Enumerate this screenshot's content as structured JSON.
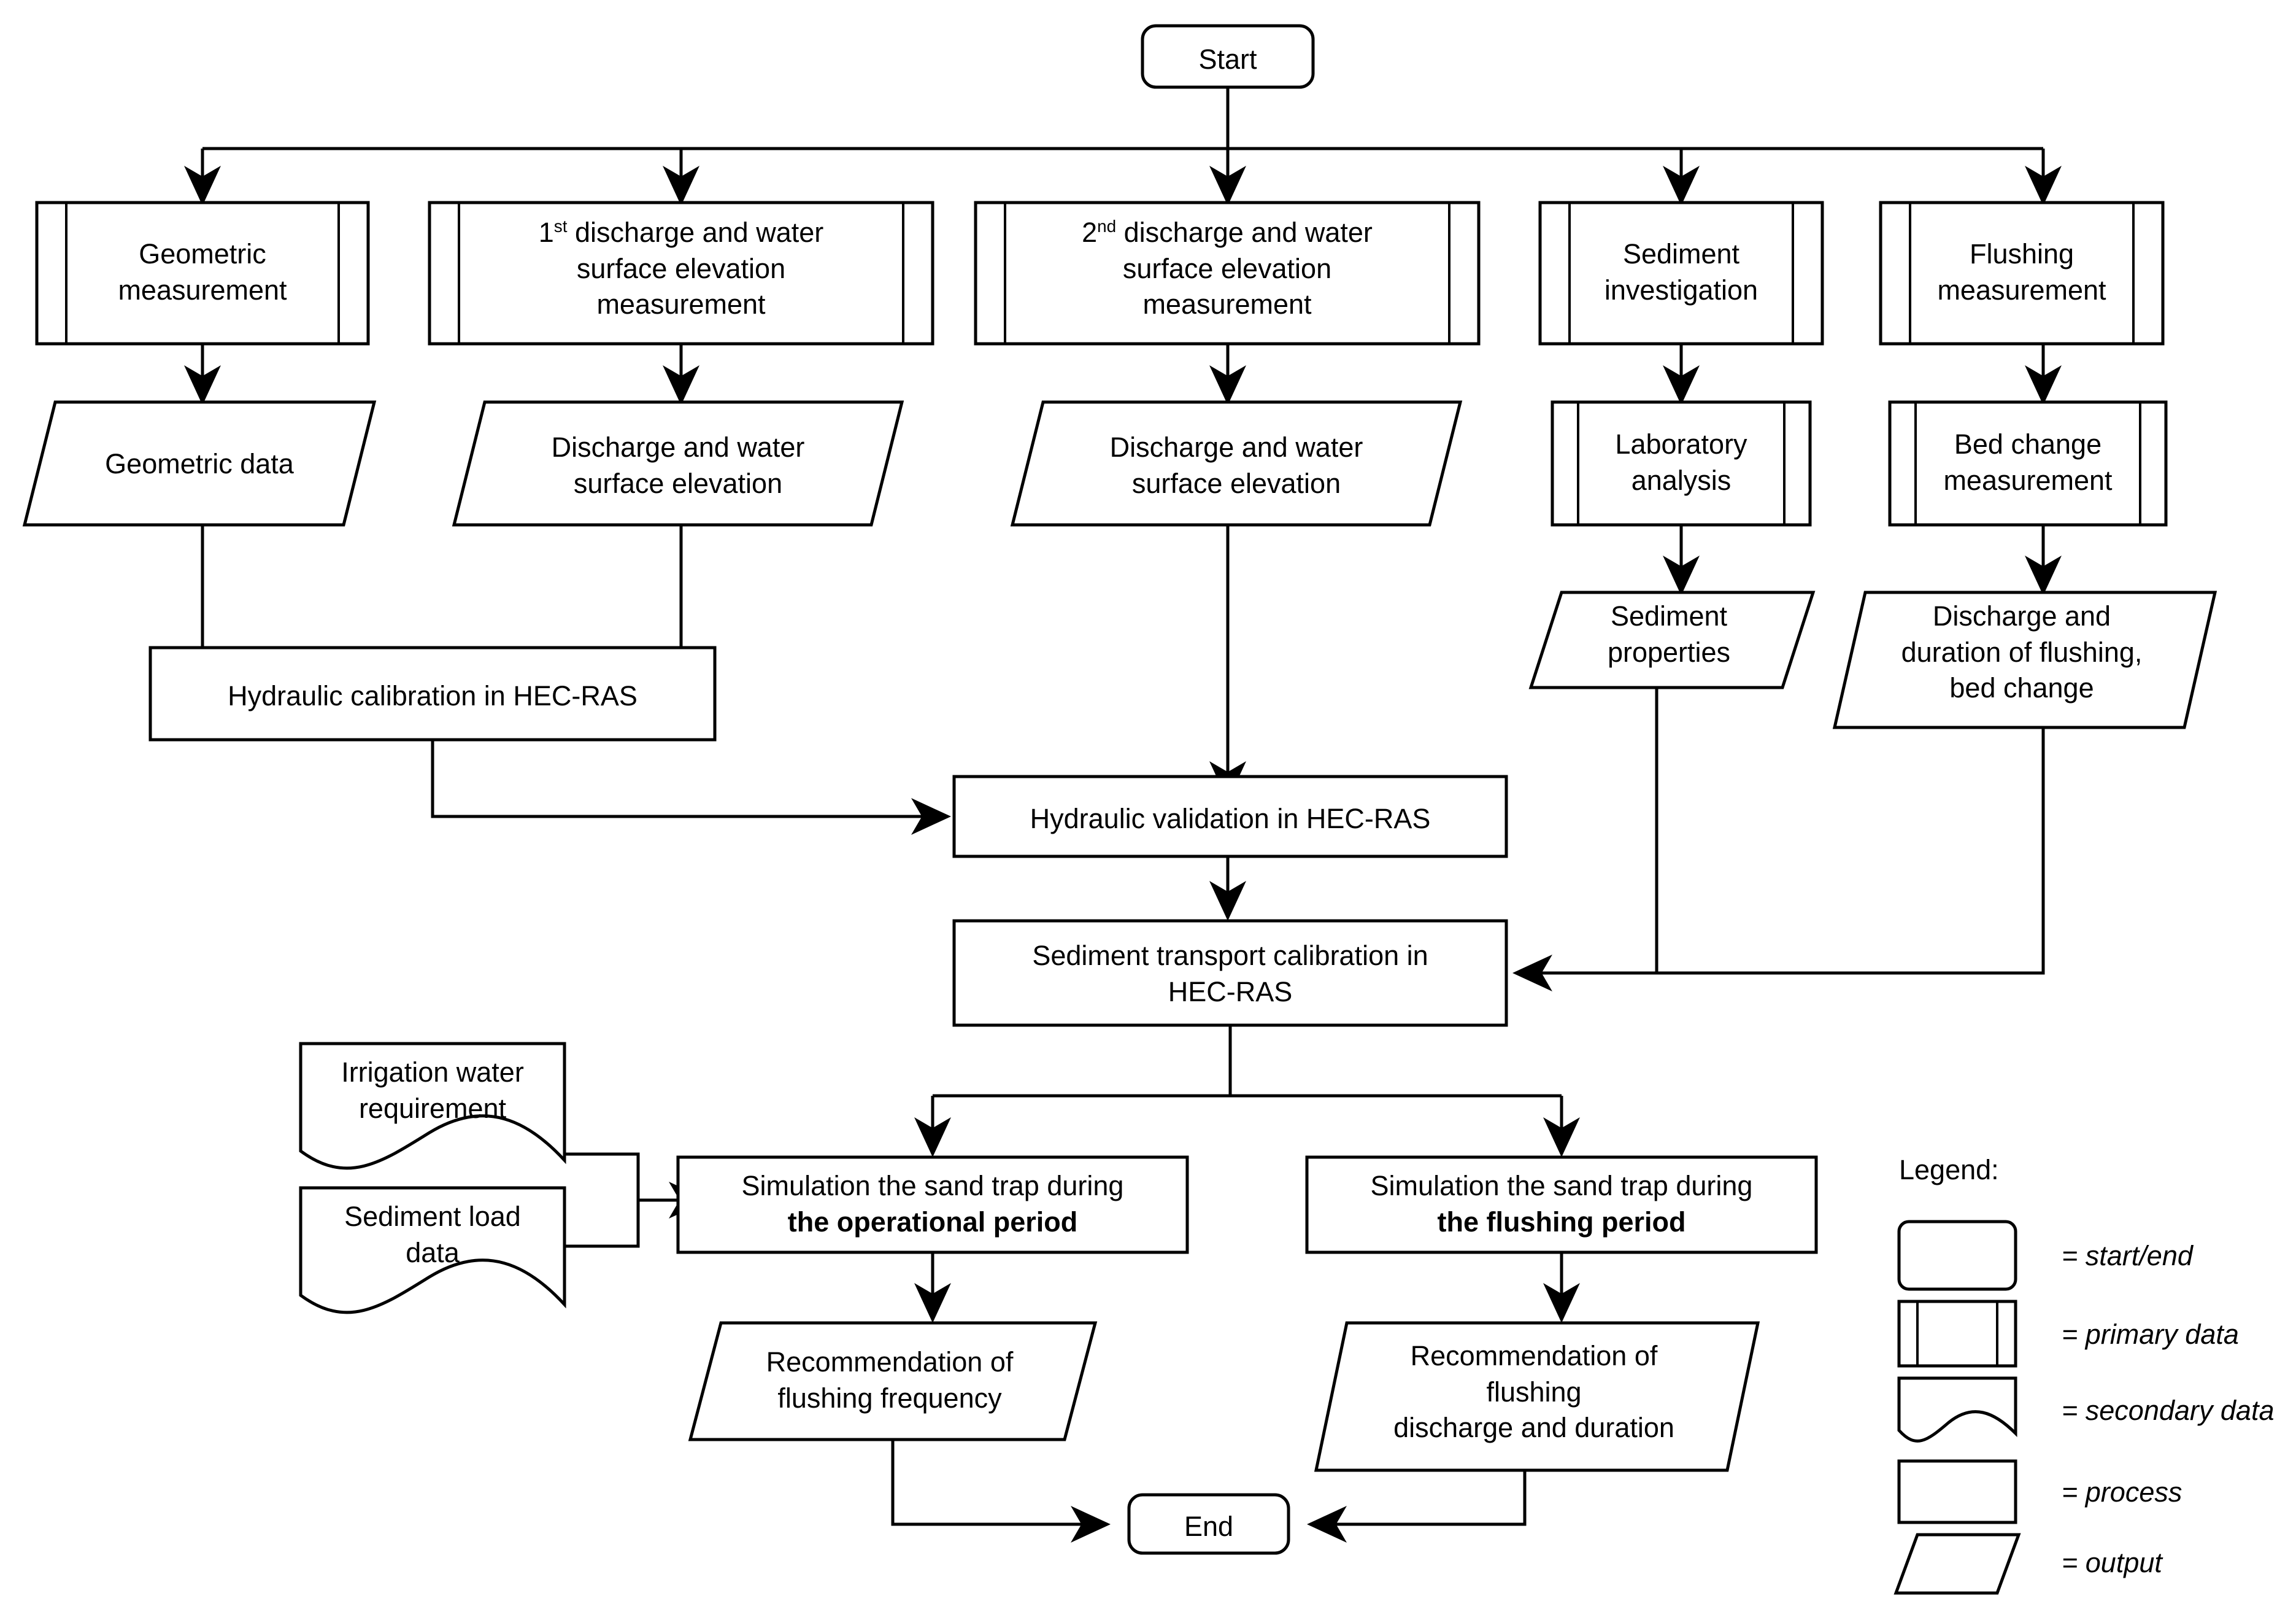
{
  "diagram": {
    "title": "Sand trap sediment study flowchart",
    "nodes": {
      "start": "Start",
      "geometric_measurement": "Geometric\nmeasurement",
      "first_discharge_measurement_pre": "discharge and water\nsurface elevation\nmeasurement",
      "first_discharge_ordinal": "1",
      "first_discharge_ordinal_suffix": "st",
      "second_discharge_ordinal": "2",
      "second_discharge_ordinal_suffix": "nd",
      "second_discharge_measurement_pre": "discharge and water\nsurface elevation\nmeasurement",
      "sediment_investigation": "Sediment\ninvestigation",
      "flushing_measurement": "Flushing\nmeasurement",
      "geometric_data": "Geometric data",
      "discharge_wse_1": "Discharge and water\nsurface elevation",
      "discharge_wse_2": "Discharge and water\nsurface elevation",
      "laboratory_analysis": "Laboratory\nanalysis",
      "bed_change_measurement": "Bed change\nmeasurement",
      "sediment_properties": "Sediment\nproperties",
      "flushing_data": "Discharge and\nduration of flushing,\nbed change",
      "hydraulic_calibration": "Hydraulic calibration in HEC-RAS",
      "hydraulic_validation": "Hydraulic validation in HEC-RAS",
      "sediment_transport_calibration": "Sediment transport calibration in\nHEC-RAS",
      "irrigation_water_requirement": "Irrigation water\nrequirement",
      "sediment_load_data": "Sediment load\ndata",
      "sim_operational_line1": "Simulation the sand trap during",
      "sim_operational_line2": "the operational period",
      "sim_flushing_line1": "Simulation the sand trap during",
      "sim_flushing_line2": "the flushing period",
      "rec_flushing_frequency": "Recommendation of\nflushing frequency",
      "rec_flushing_discharge": "Recommendation of\nflushing\ndischarge and duration",
      "end": "End"
    }
  },
  "legend": {
    "title": "Legend:",
    "items": [
      {
        "shape": "rounded-rectangle",
        "label": "= start/end"
      },
      {
        "shape": "primary-data-rectangle",
        "label": "= primary data"
      },
      {
        "shape": "wavy-bottom-rectangle",
        "label": "= secondary data"
      },
      {
        "shape": "rectangle",
        "label": "= process"
      },
      {
        "shape": "parallelogram",
        "label": "= output"
      }
    ]
  },
  "colors": {
    "stroke": "#000000",
    "fill": "#ffffff",
    "background": "#ffffff"
  }
}
